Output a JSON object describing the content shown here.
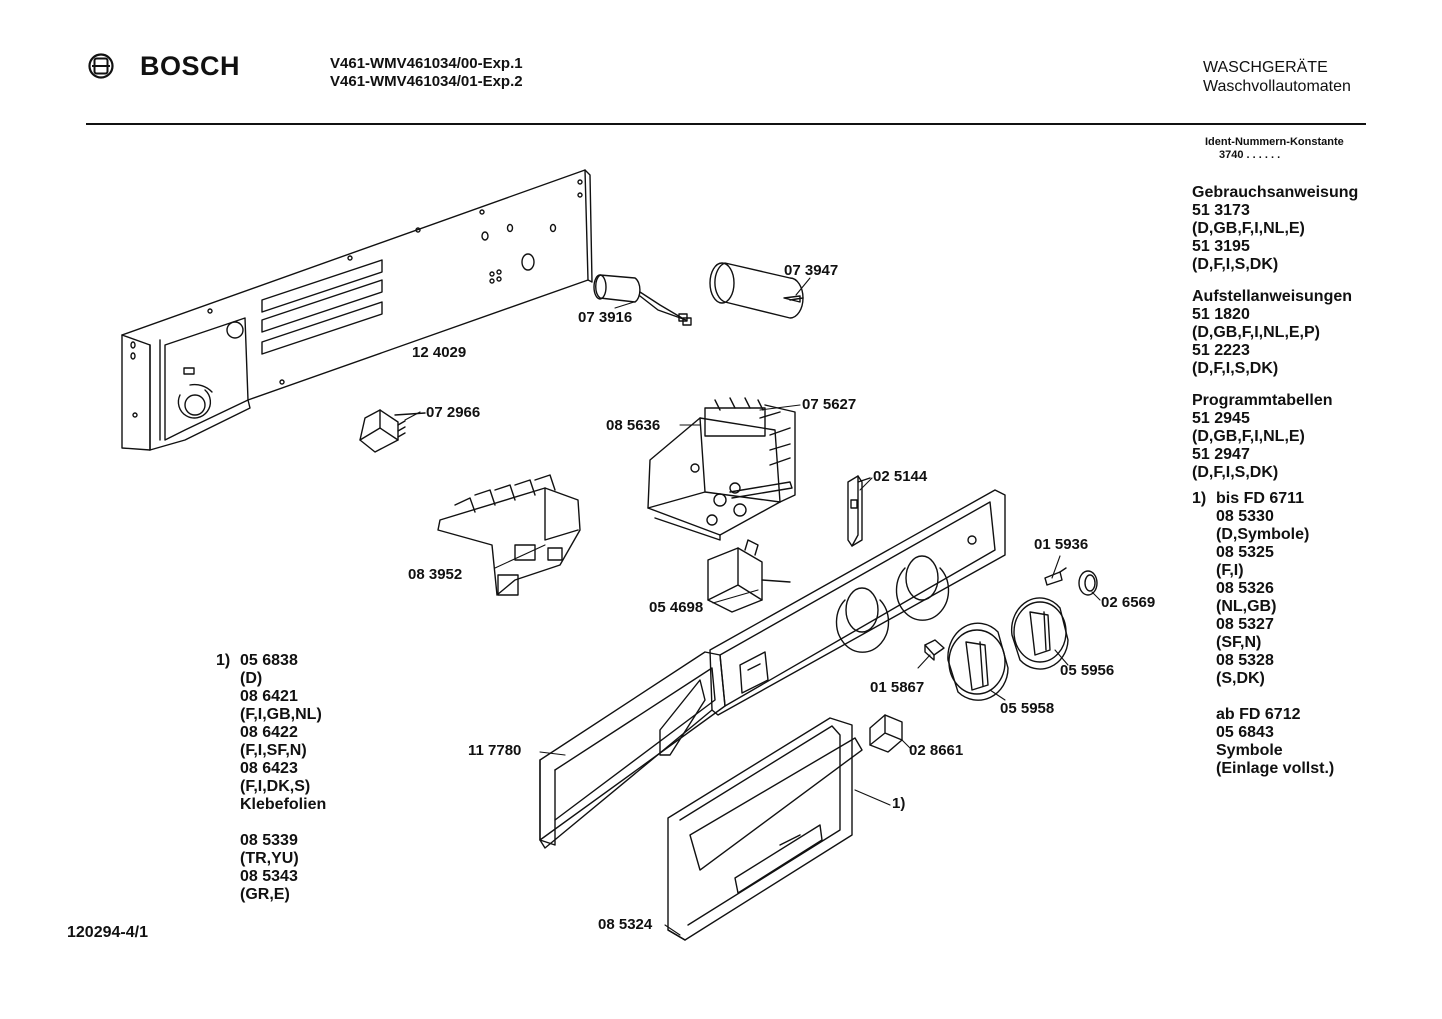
{
  "header": {
    "brand": "BOSCH",
    "model_lines": [
      "V461-WMV461034/00-Exp.1",
      "V461-WMV461034/01-Exp.2"
    ],
    "category": "WASCHGERÄTE",
    "subcategory": "Waschvollautomaten"
  },
  "ident": {
    "label": "Ident-Nummern-Konstante",
    "value": "3740  . .   . . . ."
  },
  "documents": [
    {
      "heading": "Gebrauchsanweisung",
      "lines": [
        "51 3173",
        "(D,GB,F,I,NL,E)",
        "51 3195",
        "(D,F,I,S,DK)"
      ]
    },
    {
      "heading": "Aufstellanweisungen",
      "lines": [
        "51 1820",
        "(D,GB,F,I,NL,E,P)",
        "51 2223",
        "(D,F,I,S,DK)"
      ]
    },
    {
      "heading": "Programmtabellen",
      "lines": [
        "51 2945",
        "(D,GB,F,I,NL,E)",
        "51 2947",
        "(D,F,I,S,DK)"
      ]
    }
  ],
  "footnote_right": {
    "marker": "1)",
    "lines": [
      "bis FD 6711",
      "08 5330",
      "(D,Symbole)",
      "08 5325",
      "(F,I)",
      "08 5326",
      "(NL,GB)",
      "08 5327",
      "(SF,N)",
      "08 5328",
      "(S,DK)",
      "",
      "ab FD 6712",
      "05 6843",
      "Symbole",
      "(Einlage vollst.)"
    ]
  },
  "footnote_left": {
    "marker": "1)",
    "lines": [
      "05 6838",
      "(D)",
      "08 6421",
      "(F,I,GB,NL)",
      "08 6422",
      "(F,I,SF,N)",
      "08 6423",
      "(F,I,DK,S)",
      "Klebefolien",
      "",
      "08 5339",
      "(TR,YU)",
      "08 5343",
      "(GR,E)"
    ]
  },
  "parts": [
    {
      "id": "p124029",
      "label": "12 4029"
    },
    {
      "id": "p073916",
      "label": "07 3916"
    },
    {
      "id": "p073947",
      "label": "07 3947"
    },
    {
      "id": "p072966",
      "label": "07 2966"
    },
    {
      "id": "p085636",
      "label": "08 5636"
    },
    {
      "id": "p075627",
      "label": "07 5627"
    },
    {
      "id": "p025144",
      "label": "02 5144"
    },
    {
      "id": "p083952",
      "label": "08 3952"
    },
    {
      "id": "p015936",
      "label": "01 5936"
    },
    {
      "id": "p026569",
      "label": "02 6569"
    },
    {
      "id": "p054698",
      "label": "05 4698"
    },
    {
      "id": "p015867",
      "label": "01 5867"
    },
    {
      "id": "p055956",
      "label": "05 5956"
    },
    {
      "id": "p055958",
      "label": "05 5958"
    },
    {
      "id": "p117780",
      "label": "11 7780"
    },
    {
      "id": "p028661",
      "label": "02 8661"
    },
    {
      "id": "pfn1",
      "label": "1)"
    },
    {
      "id": "p085324",
      "label": "08 5324"
    }
  ],
  "footer": "120294-4/1"
}
